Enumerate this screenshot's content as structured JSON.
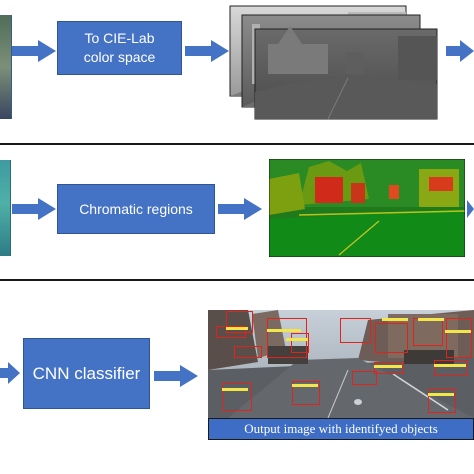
{
  "row1": {
    "step_label": "To CIE-Lab color space"
  },
  "row2": {
    "step_label": "Chromatic regions"
  },
  "row3": {
    "step_label": "CNN classifier",
    "output_caption": "Output image with identifyed objects"
  },
  "colors": {
    "box_fill": "#4472c4",
    "box_border": "#2f5597",
    "divider": "#1a1a1a",
    "caption_fill": "#3d6dc5",
    "detection_box": "#e0241b",
    "detection_tag": "#f2e64a"
  }
}
